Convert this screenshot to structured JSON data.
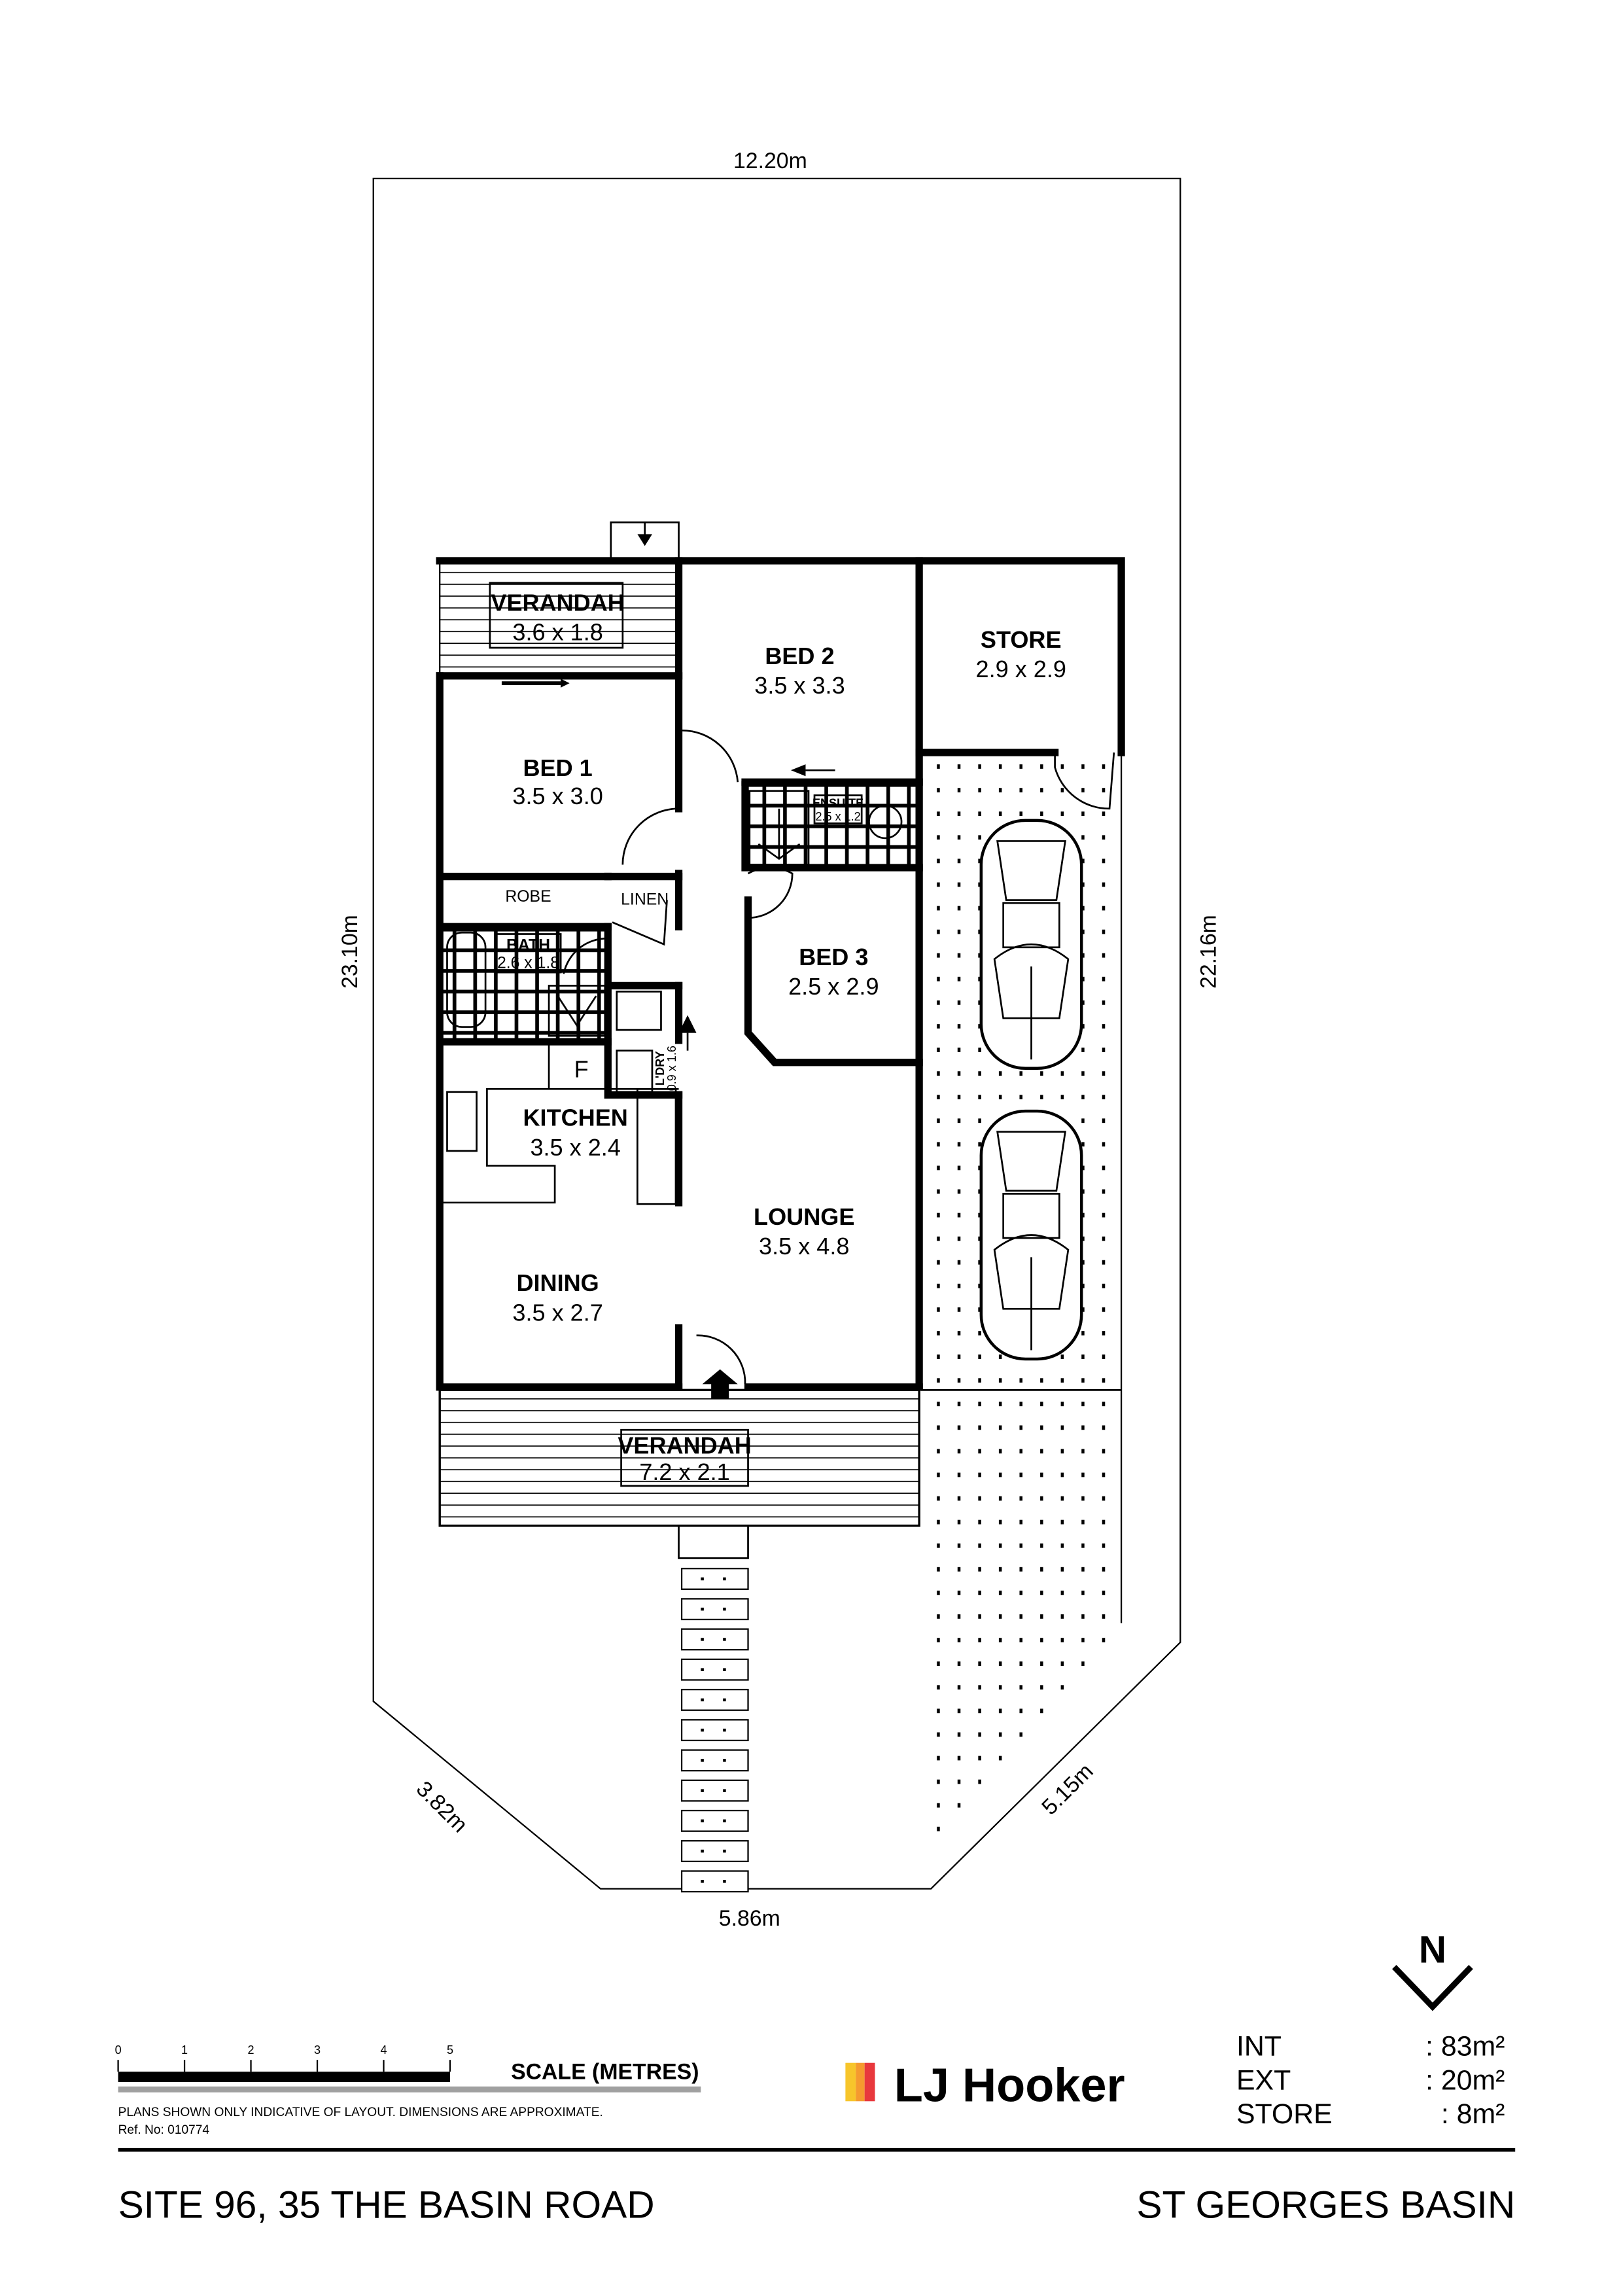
{
  "dimensions": {
    "top": "12.20m",
    "left": "23.10m",
    "right": "22.16m",
    "bottom_left": "3.82m",
    "bottom_right": "5.15m",
    "bottom": "5.86m"
  },
  "rooms": {
    "verandah_rear": {
      "name": "VERANDAH",
      "size": "3.6 x 1.8"
    },
    "bed2": {
      "name": "BED 2",
      "size": "3.5 x 3.3"
    },
    "store": {
      "name": "STORE",
      "size": "2.9 x 2.9"
    },
    "bed1": {
      "name": "BED 1",
      "size": "3.5 x 3.0"
    },
    "ensuite": {
      "name": "ENSUITE",
      "size": "2.5 x 1.2"
    },
    "robe": {
      "name": "ROBE"
    },
    "linen": {
      "name": "LINEN"
    },
    "bath": {
      "name": "BATH",
      "size": "2.6 x 1.8"
    },
    "bed3": {
      "name": "BED 3",
      "size": "2.5 x 2.9"
    },
    "laundry": {
      "name": "L'DRY",
      "size": "0.9 x 1.6"
    },
    "fridge": {
      "name": "F"
    },
    "kitchen": {
      "name": "KITCHEN",
      "size": "3.5 x 2.4"
    },
    "lounge": {
      "name": "LOUNGE",
      "size": "3.5 x 4.8"
    },
    "dining": {
      "name": "DINING",
      "size": "3.5 x 2.7"
    },
    "verandah_front": {
      "name": "VERANDAH",
      "size": "7.2 x 2.1"
    }
  },
  "north_label": "N",
  "scale": {
    "ticks": [
      "0",
      "1",
      "2",
      "3",
      "4",
      "5"
    ],
    "label": "SCALE (METRES)"
  },
  "disclaimer": "PLANS SHOWN ONLY INDICATIVE OF LAYOUT.  DIMENSIONS ARE APPROXIMATE.",
  "ref": "Ref. No: 010774",
  "logo": {
    "text": "LJ Hooker",
    "colors": [
      "#f7c52b",
      "#f59a2f",
      "#e8383d"
    ]
  },
  "areas": [
    {
      "label": "INT",
      "value": ": 83m²"
    },
    {
      "label": "EXT",
      "value": ": 20m²"
    },
    {
      "label": "STORE",
      "value": ":   8m²"
    }
  ],
  "footer": {
    "address": "SITE 96, 35 THE BASIN ROAD",
    "suburb": "ST GEORGES BASIN"
  }
}
